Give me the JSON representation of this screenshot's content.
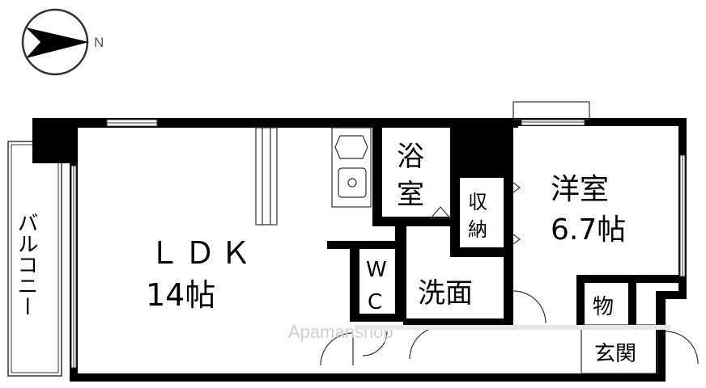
{
  "compass": {
    "north_label": "N",
    "icon": "north-arrow-icon"
  },
  "rooms": {
    "balcony": "バルコニー",
    "ldk_name": "ＬＤＫ",
    "ldk_size": "14帖",
    "bath_line1": "浴",
    "bath_line2": "室",
    "storage_line1": "収",
    "storage_line2": "納",
    "western_name": "洋室",
    "western_size": "6.7帖",
    "wc_line1": "W",
    "wc_line2": "C",
    "washroom": "洗面",
    "closet": "物",
    "entrance": "玄関"
  },
  "watermark": "Apamanshop",
  "colors": {
    "wall": "#000000",
    "line": "#333333",
    "watermark": "#cfcfcf"
  }
}
